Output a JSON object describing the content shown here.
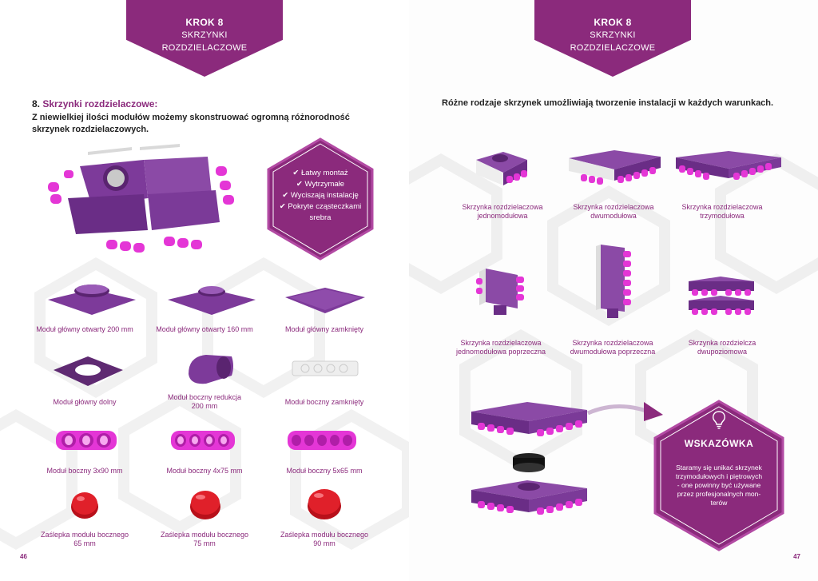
{
  "left_page": {
    "banner": {
      "step": "KROK 8",
      "line1": "SKRZYNKI",
      "line2": "ROZDZIELACZOWE"
    },
    "section": {
      "number": "8.",
      "title": "Skrzynki rozdzielaczowe:"
    },
    "intro": "Z niewielkiej ilości modułów możemy skonstruować ogromną różnorodność skrzynek rozdzielaczowych.",
    "benefits": [
      "✔ Łatwy montaż",
      "✔ Wytrzymałe",
      "✔ Wyciszają instalację",
      "✔ Pokryte cząsteczkami",
      "srebra"
    ],
    "modules": [
      {
        "line1": "Moduł główny otwarty 200 mm",
        "line2": ""
      },
      {
        "line1": "Moduł główny otwarty 160 mm",
        "line2": ""
      },
      {
        "line1": "Moduł główny zamknięty",
        "line2": ""
      },
      {
        "line1": "Moduł główny dolny",
        "line2": ""
      },
      {
        "line1": "Moduł boczny redukcja",
        "line2": "200 mm"
      },
      {
        "line1": "Moduł boczny zamknięty",
        "line2": ""
      },
      {
        "line1": "Moduł boczny 3x90 mm",
        "line2": ""
      },
      {
        "line1": "Moduł boczny 4x75 mm",
        "line2": ""
      },
      {
        "line1": "Moduł boczny 5x65 mm",
        "line2": ""
      },
      {
        "line1": "Zaślepka modułu bocznego",
        "line2": "65 mm"
      },
      {
        "line1": "Zaślepka modułu bocznego",
        "line2": "75 mm"
      },
      {
        "line1": "Zaślepka modułu bocznego",
        "line2": "90 mm"
      }
    ],
    "page_number": "46"
  },
  "right_page": {
    "banner": {
      "step": "KROK 8",
      "line1": "SKRZYNKI",
      "line2": "ROZDZIELACZOWE"
    },
    "intro": "Różne rodzaje skrzynek umożliwiają tworzenie instalacji w każdych warunkach.",
    "boxes": [
      {
        "line1": "Skrzynka rozdzielaczowa",
        "line2": "jednomodułowa"
      },
      {
        "line1": "Skrzynka rozdzielaczowa",
        "line2": "dwumodułowa"
      },
      {
        "line1": "Skrzynka rozdzielaczowa",
        "line2": "trzymodułowa"
      },
      {
        "line1": "Skrzynka rozdzielaczowa",
        "line2": "jednomodułowa poprzeczna"
      },
      {
        "line1": "Skrzynka rozdzielaczowa",
        "line2": "dwumodułowa poprzeczna"
      },
      {
        "line1": "Skrzynka rozdzielcza",
        "line2": "dwupoziomowa"
      }
    ],
    "tip": {
      "title": "WSKAZÓWKA",
      "lines": [
        "Staramy się unikać skrzynek",
        "trzymodułowych i piętrowych",
        "- one powinny być używane",
        "przez profesjonalnych mon-",
        "terów"
      ]
    },
    "page_number": "47"
  },
  "colors": {
    "brand_purple": "#8b2a7c",
    "module_purple": "#7d3a9a",
    "accent_magenta": "#e436d6",
    "cap_red": "#e0202a"
  }
}
